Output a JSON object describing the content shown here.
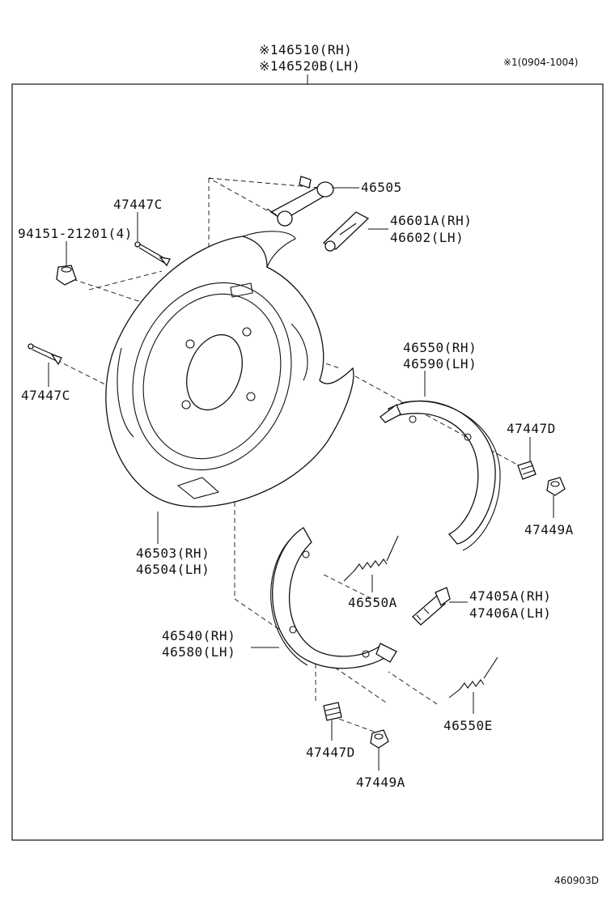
{
  "header": {
    "assembly_rh": "※146510(RH)",
    "assembly_lh": "※146520B(LH)",
    "note": "※1(0904-1004)"
  },
  "footer": {
    "code": "460903D"
  },
  "parts": {
    "p46505": "46505",
    "p47447c_top": "47447C",
    "p94151": "94151-21201(4)",
    "p46601a": "46601A(RH)",
    "p46602": "46602(LH)",
    "p47447c_left": "47447C",
    "p46550": "46550(RH)",
    "p46590": "46590(LH)",
    "p47447d_right": "47447D",
    "p47449a_right": "47449A",
    "p46503": "46503(RH)",
    "p46504": "46504(LH)",
    "p46550a": "46550A",
    "p47405a": "47405A(RH)",
    "p47406a": "47406A(LH)",
    "p46540": "46540(RH)",
    "p46580": "46580(LH)",
    "p46550e": "46550E",
    "p47447d_bottom": "47447D",
    "p47449a_bottom": "47449A"
  }
}
